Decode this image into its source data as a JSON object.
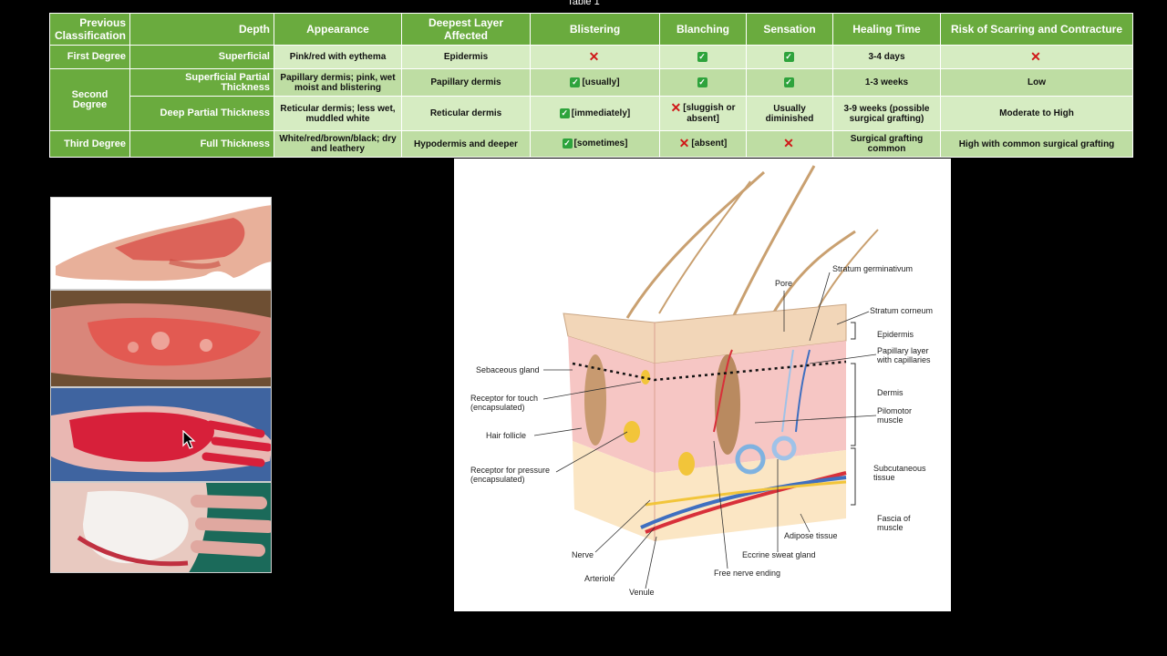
{
  "caption": "Table 1",
  "table": {
    "headers": [
      "Previous Classification",
      "Depth",
      "Appearance",
      "Deepest Layer Affected",
      "Blistering",
      "Blanching",
      "Sensation",
      "Healing Time",
      "Risk of Scarring and Contracture"
    ],
    "rows": [
      {
        "classification": "First Degree",
        "depth": "Superficial",
        "appearance": "Pink/red with eythema",
        "layer": "Epidermis",
        "blistering": "",
        "blanching": "",
        "sensation": "",
        "healing": "3-4 days",
        "risk": ""
      },
      {
        "classification": "Second Degree",
        "depth": "Superficial Partial Thickness",
        "appearance": "Papillary dermis; pink, wet moist and blistering",
        "layer": "Papillary dermis",
        "blistering": "[usually]",
        "blanching": "",
        "sensation": "",
        "healing": "1-3 weeks",
        "risk": "Low"
      },
      {
        "depth": "Deep Partial Thickness",
        "appearance": "Reticular dermis; less wet, muddled white",
        "layer": "Reticular dermis",
        "blistering": "[immediately]",
        "blanching": "[sluggish or absent]",
        "sensation": "Usually diminished",
        "healing": "3-9 weeks (possible surgical grafting)",
        "risk": "Moderate to High"
      },
      {
        "classification": "Third Degree",
        "depth": "Full Thickness",
        "appearance": "White/red/brown/black; dry and leathery",
        "layer": "Hypodermis and deeper",
        "blistering": "[sometimes]",
        "blanching": "[absent]",
        "sensation": "",
        "healing": "Surgical grafting common",
        "risk": "High with common surgical grafting"
      }
    ]
  },
  "diagram_labels": {
    "stratum_germinativum": "Stratum germinativum",
    "pore": "Pore",
    "stratum_corneum": "Stratum corneum",
    "epidermis": "Epidermis",
    "papillary": "Papillary layer with capillaries",
    "sebaceous": "Sebaceous gland",
    "receptor_touch": "Receptor for touch (encapsulated)",
    "dermis": "Dermis",
    "pilomotor": "Pilomotor muscle",
    "hair_follicle": "Hair follicle",
    "subcutaneous": "Subcutaneous tissue",
    "receptor_pressure": "Receptor for pressure (encapsulated)",
    "fascia": "Fascia of muscle",
    "adipose": "Adipose tissue",
    "nerve": "Nerve",
    "eccrine": "Eccrine sweat gland",
    "arteriole": "Arteriole",
    "free_nerve": "Free nerve ending",
    "venule": "Venule"
  },
  "colors": {
    "header_green": "#6aab3e",
    "row_light": "#d6ecc2",
    "row_mid": "#bedda3",
    "check_green": "#2ea33c",
    "cross_red": "#d01818"
  }
}
